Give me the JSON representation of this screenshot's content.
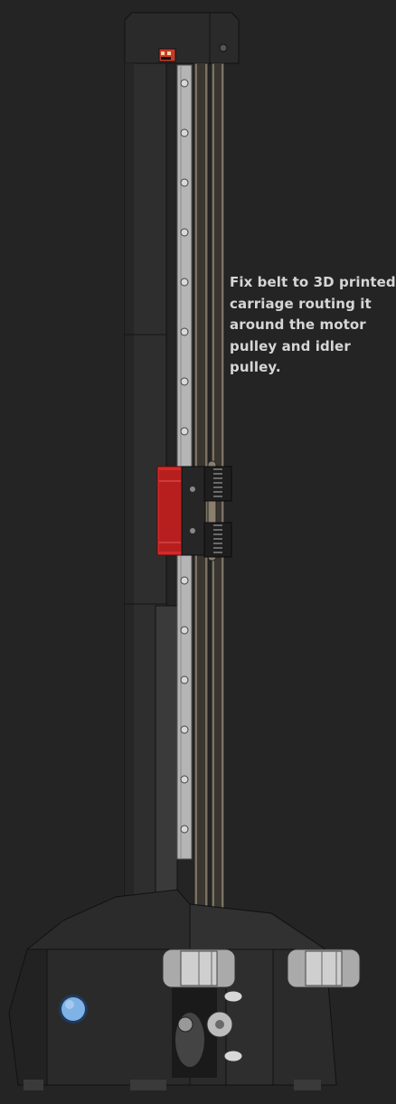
{
  "annotation": {
    "lines": [
      "Fix belt to 3D printed",
      "carriage routing it",
      "around the motor",
      "pulley and idler",
      "pulley."
    ]
  },
  "colors": {
    "background": "#242424",
    "rail": "#b4b4b4",
    "belt": "#7a7164",
    "carriage": "#d42a2a",
    "frame": "#2c2c2c",
    "knob": "#7fb2e5"
  },
  "icons": {
    "knob": "round-blue-knob",
    "endstop": "endstop-switch"
  }
}
